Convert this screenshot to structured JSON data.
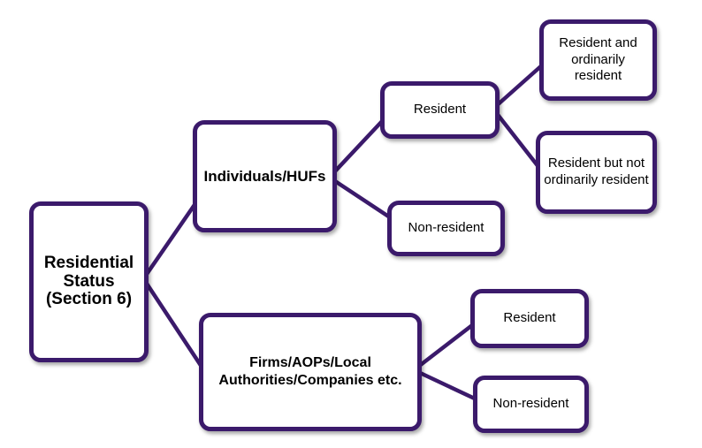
{
  "colors": {
    "node_border": "#3b1a6b",
    "connector": "#3b1a6b",
    "node_text": "#000000",
    "background": "#ffffff"
  },
  "diagram": {
    "type": "tree",
    "nodes": {
      "root": {
        "label": "Residential\nStatus\n(Section 6)"
      },
      "individuals": {
        "label": "Individuals/HUFs"
      },
      "firms": {
        "label": "Firms/AOPs/Local\nAuthorities/Companies etc."
      },
      "resident_ind": {
        "label": "Resident"
      },
      "non_resident_ind": {
        "label": "Non-resident"
      },
      "res_ordinarily": {
        "label": "Resident and\nordinarily resident"
      },
      "res_not_ordinarily": {
        "label": "Resident but not\nordinarily resident"
      },
      "resident_firm": {
        "label": "Resident"
      },
      "non_resident_firm": {
        "label": "Non-resident"
      }
    },
    "edges": [
      {
        "from": "root",
        "to": "individuals"
      },
      {
        "from": "root",
        "to": "firms"
      },
      {
        "from": "individuals",
        "to": "resident_ind"
      },
      {
        "from": "individuals",
        "to": "non_resident_ind"
      },
      {
        "from": "resident_ind",
        "to": "res_ordinarily"
      },
      {
        "from": "resident_ind",
        "to": "res_not_ordinarily"
      },
      {
        "from": "firms",
        "to": "resident_firm"
      },
      {
        "from": "firms",
        "to": "non_resident_firm"
      }
    ]
  }
}
